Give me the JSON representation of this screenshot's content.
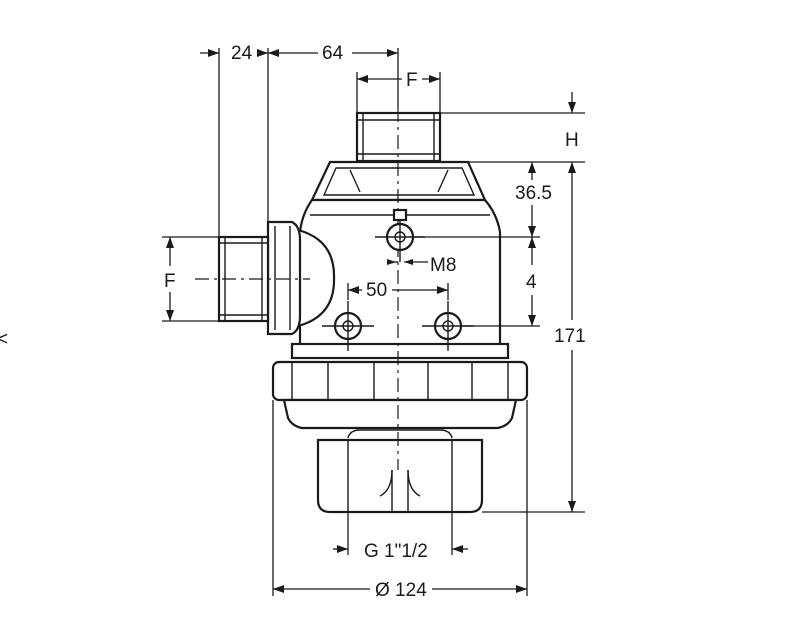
{
  "labels": {
    "dim_24": "24",
    "dim_64": "64",
    "dim_f_top": "F",
    "dim_h": "H",
    "dim_36_5": "36.5",
    "dim_m8": "M8",
    "dim_4": "4",
    "dim_50": "50",
    "dim_171": "171",
    "dim_f_left": "F",
    "dim_g": "G 1\"1/2",
    "dim_diameter": "Ø 124",
    "edge_glyph": "<"
  }
}
